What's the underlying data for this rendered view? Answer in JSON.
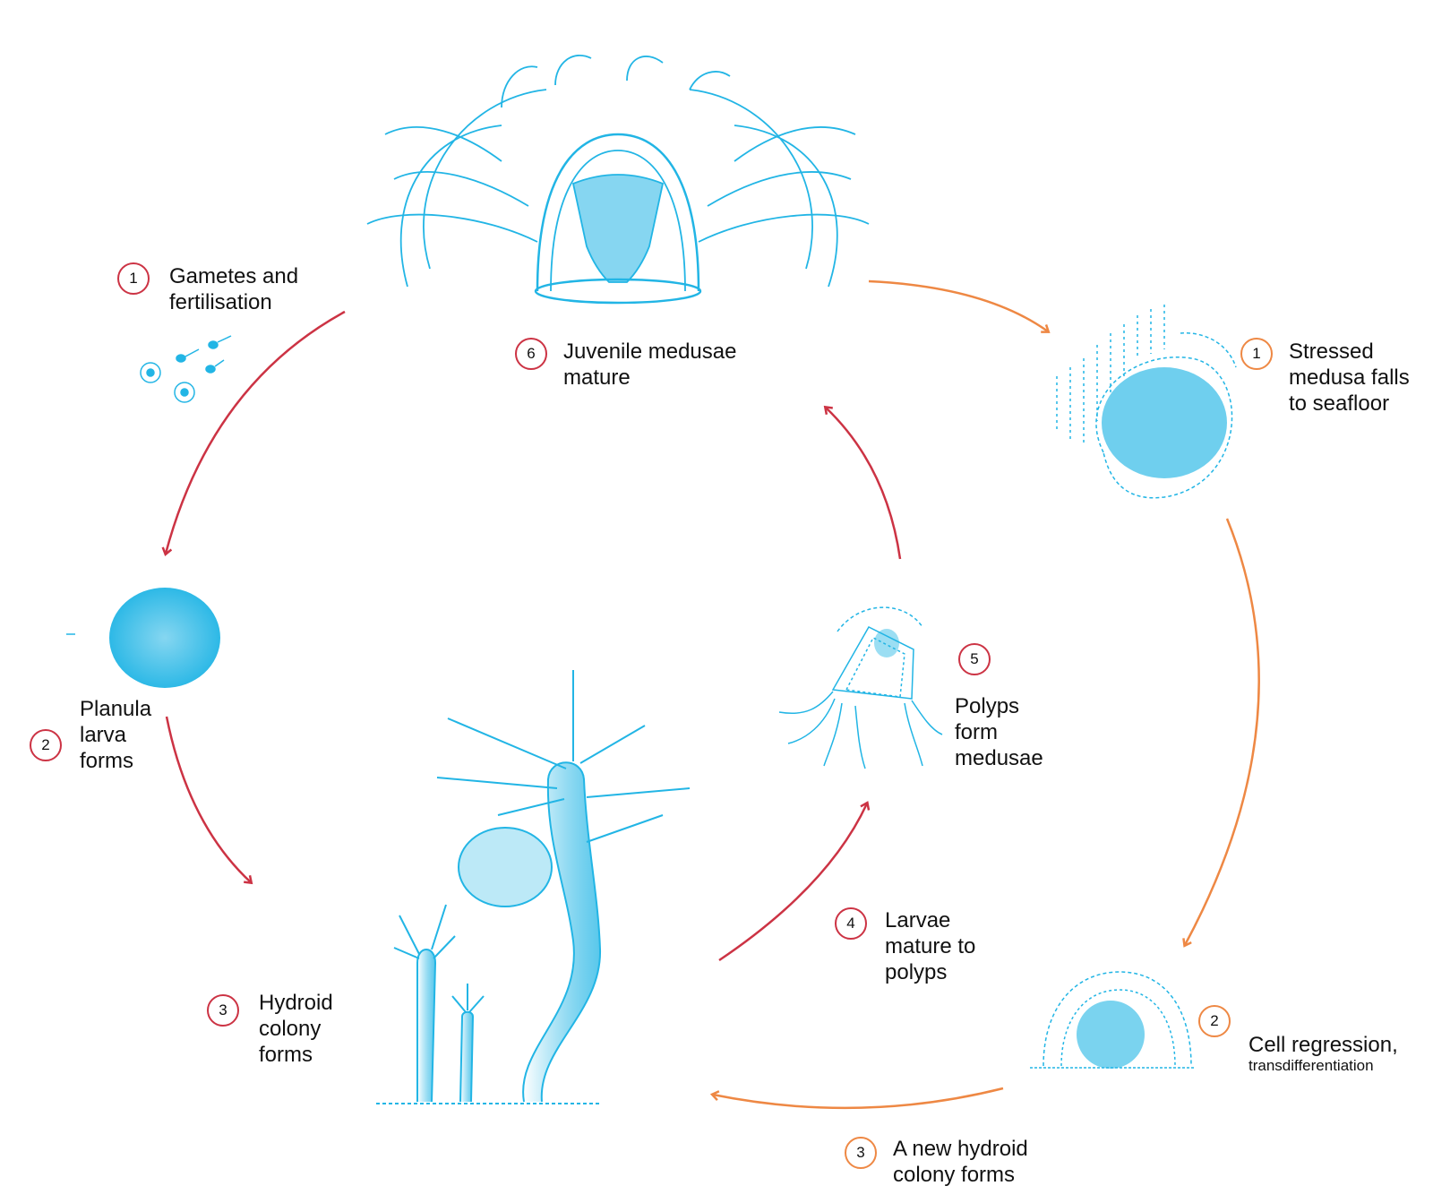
{
  "colors": {
    "drawing": "#22b5e5",
    "red_cycle": "#cc3344",
    "orange_cycle": "#ee8844",
    "text": "#111111"
  },
  "red_cycle": [
    {
      "number": "1",
      "text": "Gametes and\nfertilisation"
    },
    {
      "number": "2",
      "text": "Planula\nlarva\nforms"
    },
    {
      "number": "3",
      "text": "Hydroid\ncolony\nforms"
    },
    {
      "number": "4",
      "text": "Larvae\nmature to\npolyps"
    },
    {
      "number": "5",
      "text": "Polyps\nform\nmedusae"
    },
    {
      "number": "6",
      "text": "Juvenile medusae\nmature"
    }
  ],
  "orange_cycle": [
    {
      "number": "1",
      "text": "Stressed\nmedusa falls\nto seafloor"
    },
    {
      "number": "2",
      "text": "Cell regression,",
      "subtext": "transdifferentiation"
    },
    {
      "number": "3",
      "text": "A new hydroid\ncolony forms"
    }
  ],
  "illustrations": [
    "adult-medusa",
    "gametes",
    "planula-larva",
    "hydroid-colony",
    "young-medusa",
    "stressed-medusa",
    "regressing-cyst"
  ]
}
